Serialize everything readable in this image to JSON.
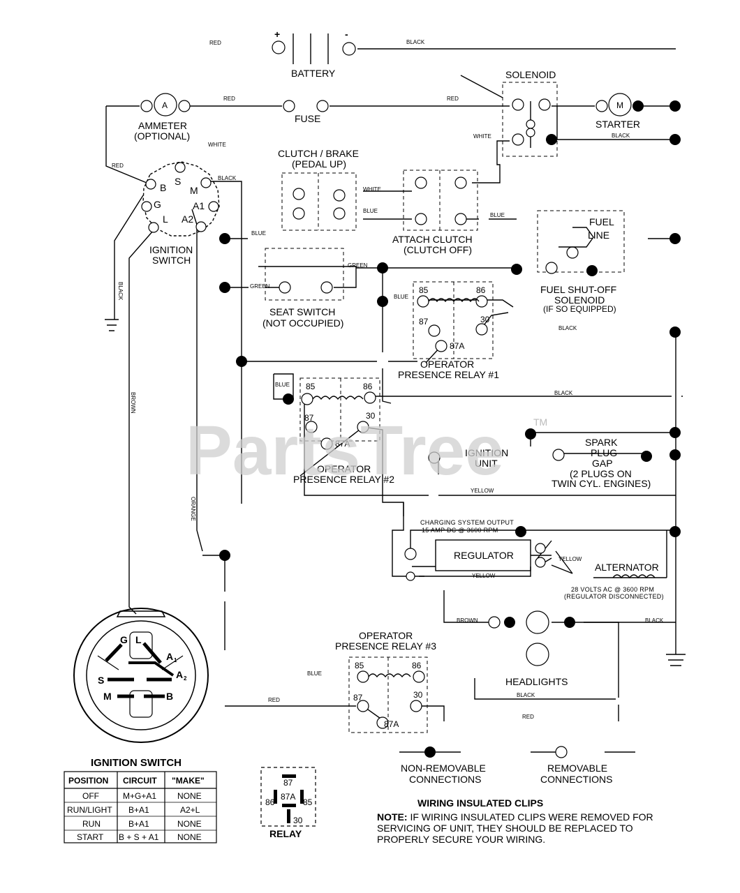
{
  "watermark": "PartsTree",
  "watermark_tm": "TM",
  "components": {
    "battery": "BATTERY",
    "battery_plus": "+",
    "battery_minus": "-",
    "solenoid": "SOLENOID",
    "starter": "STARTER",
    "starter_letter": "M",
    "ammeter_letter": "A",
    "ammeter_1": "AMMETER",
    "ammeter_2": "(OPTIONAL)",
    "fuse": "FUSE",
    "clutch_brake_1": "CLUTCH / BRAKE",
    "clutch_brake_2": "(PEDAL UP)",
    "attach_clutch_1": "ATTACH CLUTCH",
    "attach_clutch_2": "(CLUTCH OFF)",
    "fuel_line_1": "FUEL",
    "fuel_line_2": "LINE",
    "fuel_solenoid_1": "FUEL SHUT-OFF",
    "fuel_solenoid_2": "SOLENOID",
    "fuel_solenoid_3": "(IF SO EQUIPPED)",
    "ignition_switch_1": "IGNITION",
    "ignition_switch_2": "SWITCH",
    "seat_switch_1": "SEAT SWITCH",
    "seat_switch_2": "(NOT OCCUPIED)",
    "relay1_1": "OPERATOR",
    "relay1_2": "PRESENCE RELAY #1",
    "relay2_1": "OPERATOR",
    "relay2_2": "PRESENCE RELAY #2",
    "relay3_1": "OPERATOR",
    "relay3_2": "PRESENCE RELAY #3",
    "ignition_unit_1": "IGNITION",
    "ignition_unit_2": "UNIT",
    "spark_1": "SPARK",
    "spark_2": "PLUG",
    "spark_3": "GAP",
    "spark_4": "(2 PLUGS ON",
    "spark_5": "TWIN CYL. ENGINES)",
    "charging_1": "CHARGING SYSTEM OUTPUT",
    "charging_2": "15 AMP DC @ 3600 RPM",
    "regulator": "REGULATOR",
    "alternator": "ALTERNATOR",
    "alt_note_1": "28 VOLTS AC @ 3600 RPM",
    "alt_note_2": "(REGULATOR DISCONNECTED)",
    "headlights": "HEADLIGHTS"
  },
  "switch_terminals": {
    "b": "B",
    "s": "S",
    "m": "M",
    "g": "G",
    "a1": "A1",
    "l": "L",
    "a2": "A2"
  },
  "relay_pins": {
    "p85": "85",
    "p86": "86",
    "p87": "87",
    "p30": "30",
    "p87a": "87A"
  },
  "wire_labels": {
    "red": "RED",
    "black": "BLACK",
    "white": "WHITE",
    "blue": "BLUE",
    "green": "GREEN",
    "brown": "BROWN",
    "orange": "ORANGE",
    "yellow": "YELLOW"
  },
  "switch_face": {
    "g": "G",
    "l": "L",
    "a1": "A",
    "a1_sub": "1",
    "a2": "A",
    "a2_sub": "2",
    "s": "S",
    "m": "M",
    "b": "B"
  },
  "ignition_table": {
    "title": "IGNITION SWITCH",
    "headers": [
      "POSITION",
      "CIRCUIT",
      "\"MAKE\""
    ],
    "rows": [
      [
        "OFF",
        "M+G+A1",
        "NONE"
      ],
      [
        "RUN/LIGHT",
        "B+A1",
        "A2+L"
      ],
      [
        "RUN",
        "B+A1",
        "NONE"
      ],
      [
        "START",
        "B + S + A1",
        "NONE"
      ]
    ]
  },
  "relay_legend": {
    "title": "RELAY",
    "p87": "87",
    "p86": "86",
    "p87a": "87A",
    "p85": "85",
    "p30": "30"
  },
  "legend": {
    "non_removable_1": "NON-REMOVABLE",
    "non_removable_2": "CONNECTIONS",
    "removable_1": "REMOVABLE",
    "removable_2": "CONNECTIONS"
  },
  "note": {
    "title": "WIRING INSULATED CLIPS",
    "line1_bold": "NOTE:",
    "line1": " IF WIRING INSULATED CLIPS WERE REMOVED FOR",
    "line2": "SERVICING OF UNIT, THEY SHOULD BE REPLACED TO",
    "line3": "PROPERLY SECURE YOUR WIRING."
  }
}
